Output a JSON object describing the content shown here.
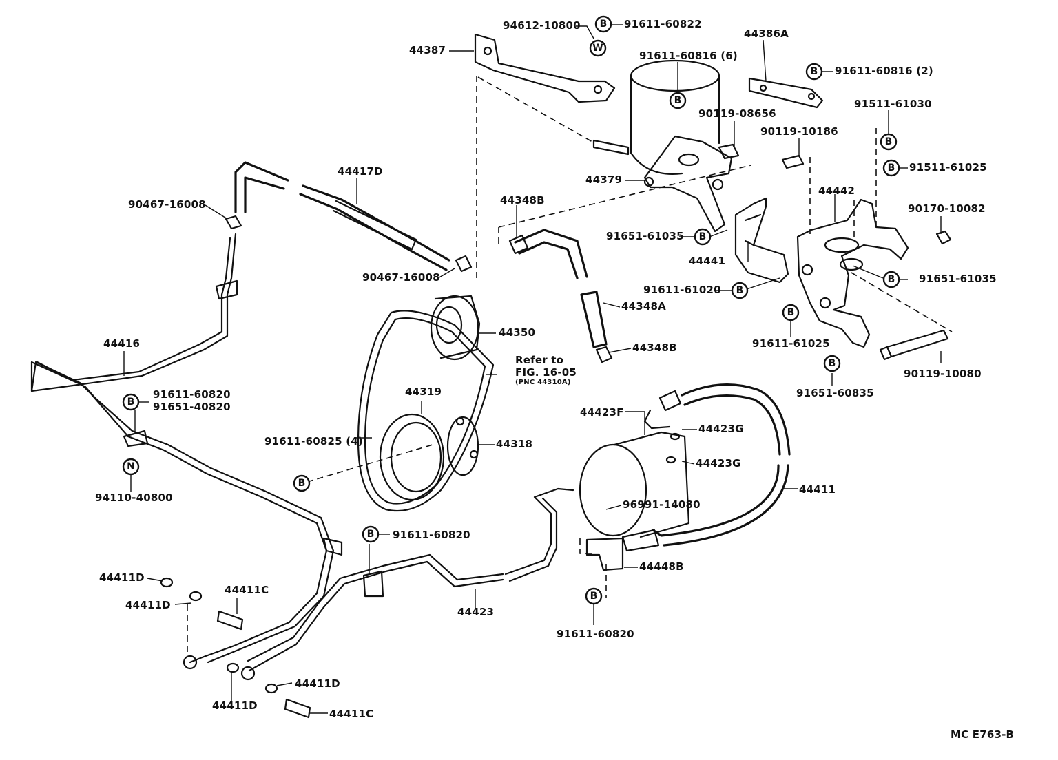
{
  "diagram": {
    "code": "MC E763-B",
    "note": {
      "line1": "Refer to",
      "line2": "FIG. 16-05",
      "line3": "(PNC 44310A)"
    },
    "symbols": {
      "bolt": "B",
      "washer": "W",
      "nut": "N"
    },
    "labels": {
      "l01": "94612-10800",
      "l02": "91611-60822",
      "l03": "44387",
      "l04": "44386A",
      "l05": "91611-60816 (6)",
      "l06": "91611-60816 (2)",
      "l07": "90119-08656",
      "l08": "91511-61030",
      "l09": "90119-10186",
      "l10": "91511-61025",
      "l11": "44417D",
      "l12": "90467-16008",
      "l13": "44379",
      "l14": "44442",
      "l15": "44348B",
      "l16": "90170-10082",
      "l17": "91651-61035",
      "l18": "90467-16008",
      "l19": "44441",
      "l20": "91651-61035",
      "l21": "91611-61020",
      "l22": "44348A",
      "l23": "44350",
      "l24": "91611-61025",
      "l25": "44348B",
      "l26": "44416",
      "l27": "90119-10080",
      "l28": "91651-60835",
      "l29": "44319",
      "l30": "91611-60820",
      "l31": "91651-40820",
      "l32": "44423F",
      "l33": "44423G",
      "l34": "91611-60825 (4)",
      "l35": "44318",
      "l36": "44423G",
      "l37": "94110-40800",
      "l38": "44411",
      "l39": "96991-14080",
      "l40": "91611-60820",
      "l41": "44448B",
      "l42": "44411D",
      "l43": "44411C",
      "l44": "44411D",
      "l45": "44423",
      "l46": "91611-60820",
      "l47": "44411D",
      "l48": "44411D",
      "l49": "44411C"
    }
  }
}
